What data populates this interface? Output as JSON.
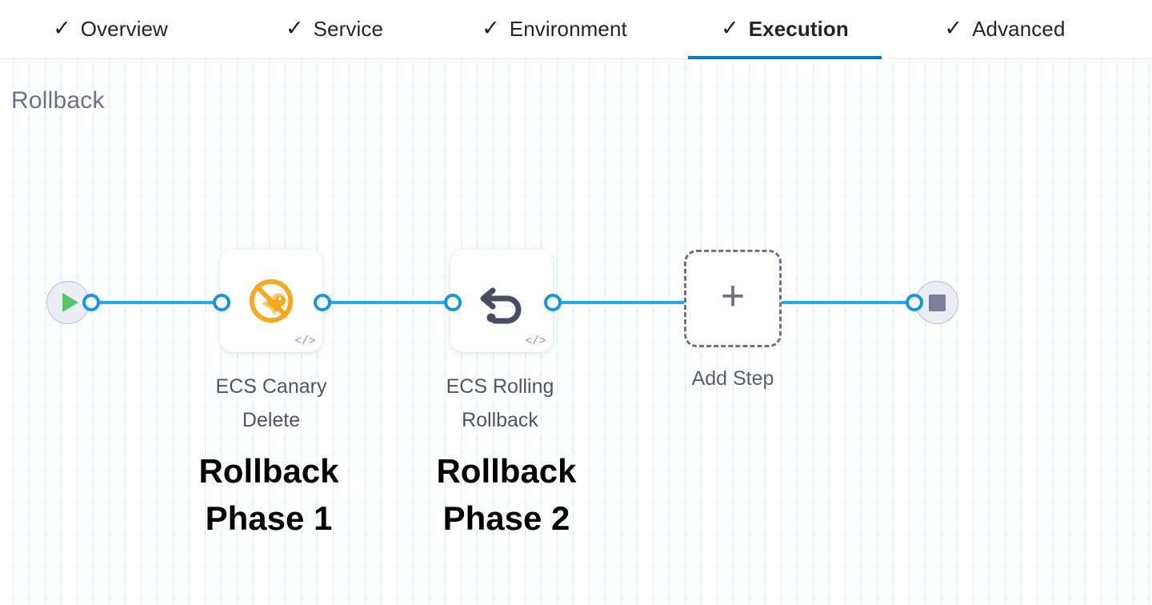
{
  "tabs": [
    {
      "label": "Overview",
      "icon": "check-icon",
      "active": false,
      "completed": true
    },
    {
      "label": "Service",
      "icon": "check-icon",
      "active": false,
      "completed": true
    },
    {
      "label": "Environment",
      "icon": "check-icon",
      "active": false,
      "completed": true
    },
    {
      "label": "Execution",
      "icon": "check-icon",
      "active": true,
      "completed": true
    },
    {
      "label": "Advanced",
      "icon": "check-icon",
      "active": false,
      "completed": true
    }
  ],
  "stage": {
    "title": "Rollback"
  },
  "flow": {
    "start_node": {
      "icon": "play-icon",
      "name": "pipeline-start"
    },
    "end_node": {
      "icon": "stop-icon",
      "name": "pipeline-end"
    },
    "steps": [
      {
        "label": "ECS Canary Delete",
        "icon": "ecs-canary-delete-icon",
        "badge": "</>",
        "annotation": "Rollback\nPhase 1"
      },
      {
        "label": "ECS Rolling Rollback",
        "icon": "rollback-arrow-icon",
        "badge": "</>",
        "annotation": "Rollback\nPhase 2"
      }
    ],
    "add_step": {
      "label": "Add Step",
      "icon": "plus-icon"
    }
  },
  "colors": {
    "accent_blue": "#0278d5",
    "edge_blue": "#19AEF4",
    "connector_blue": "#1296E8",
    "canary_orange": "#F7A81B",
    "rollback_arrow": "#4A4D61",
    "title_gray": "#6a6f8b",
    "terminal_fill": "#ececf4",
    "play_green": "#55c56a",
    "stop_gray": "#7b7f97"
  }
}
